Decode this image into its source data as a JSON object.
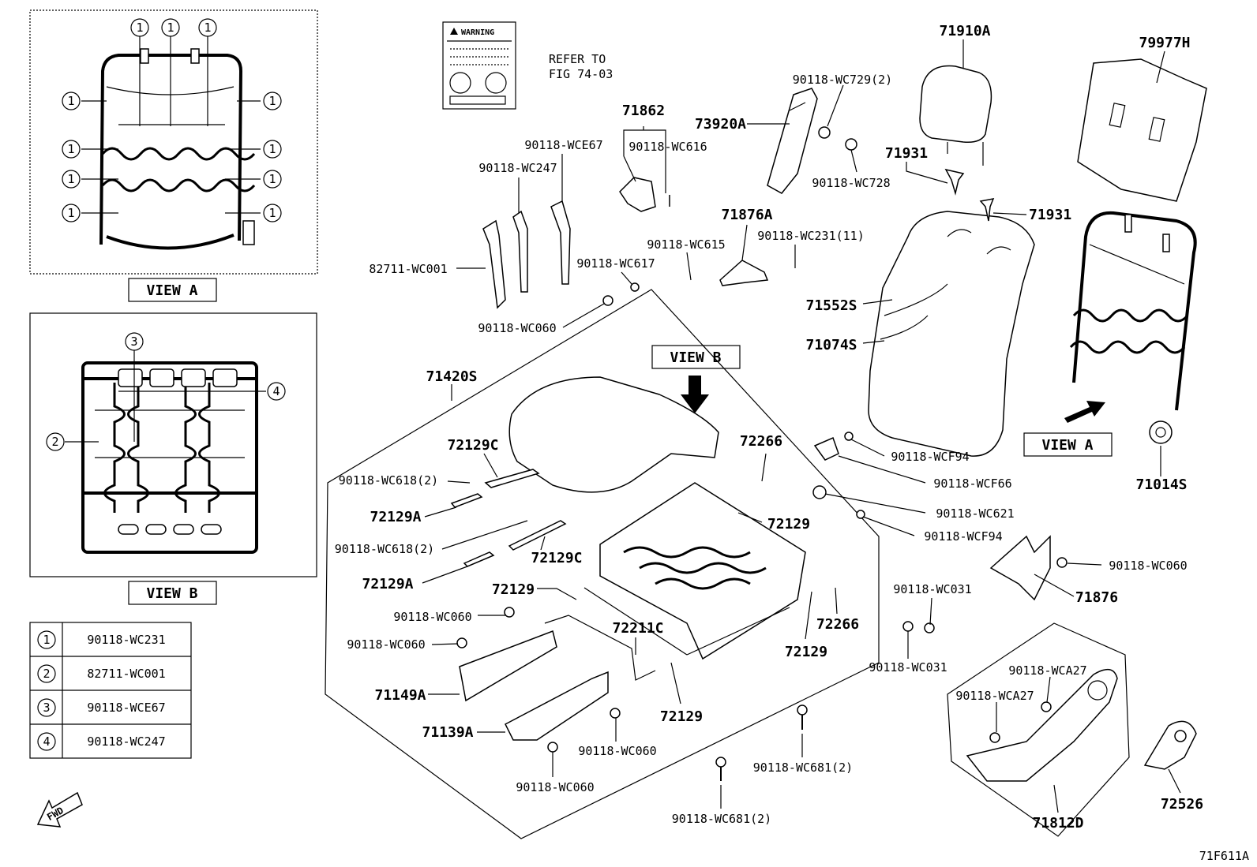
{
  "view_a_title": "VIEW A",
  "view_b_title": "VIEW B",
  "view_b_marker": "VIEW B",
  "view_a_marker": "VIEW A",
  "view_a_callout": "1",
  "view_b_callouts": [
    "2",
    "3",
    "4"
  ],
  "legend": [
    {
      "num": "1",
      "part": "90118-WC231"
    },
    {
      "num": "2",
      "part": "82711-WC001"
    },
    {
      "num": "3",
      "part": "90118-WCE67"
    },
    {
      "num": "4",
      "part": "90118-WC247"
    }
  ],
  "refer_text": [
    "REFER TO",
    "FIG 74-03"
  ],
  "warning_label": "WARNING",
  "fwd_label": "FWD",
  "figure_code": "71F611A",
  "parts": [
    "71910A",
    "79977H",
    "90118-WC729(2)",
    "73920A",
    "90118-WC728",
    "71931",
    "71931",
    "71862",
    "90118-WC616",
    "90118-WCE67",
    "90118-WC247",
    "71876A",
    "90118-WC231(11)",
    "90118-WC615",
    "90118-WC617",
    "82711-WC001",
    "90118-WC060",
    "71552S",
    "71074S",
    "71420S",
    "72129C",
    "90118-WC618(2)",
    "72129A",
    "90118-WC618(2)",
    "72129C",
    "72129A",
    "72266",
    "72129",
    "72129",
    "90118-WC060",
    "90118-WC060",
    "72211C",
    "72266",
    "72129",
    "72129",
    "71149A",
    "71139A",
    "90118-WC060",
    "90118-WC060",
    "90118-WC681(2)",
    "90118-WC681(2)",
    "90118-WCF94",
    "90118-WCF66",
    "90118-WC621",
    "90118-WCF94",
    "90118-WC060",
    "71876",
    "90118-WC031",
    "90118-WC031",
    "90118-WCA27",
    "90118-WCA27",
    "71812D",
    "72526",
    "71014S"
  ]
}
